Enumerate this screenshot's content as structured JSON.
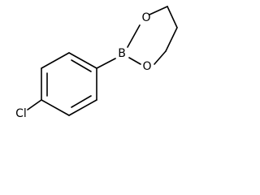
{
  "molecule": {
    "atoms": {
      "chlorine": "Cl",
      "boron": "B",
      "oxygen_upper": "O",
      "oxygen_lower": "O"
    }
  }
}
